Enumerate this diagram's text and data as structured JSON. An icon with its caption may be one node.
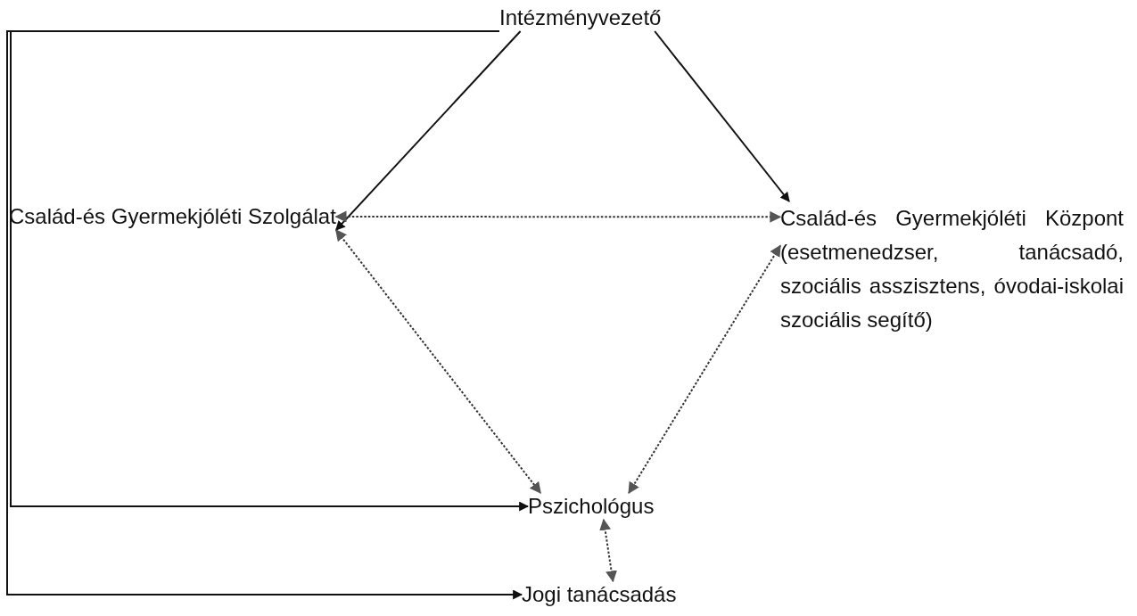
{
  "diagram": {
    "nodes": [
      {
        "text": [
          "Intézményvezető"
        ]
      },
      {
        "text": [
          "Család-és Gyermekjóléti Szolgálat"
        ]
      },
      {
        "text": [
          "Család-és Gyermekjóléti Központ (esetmenedzser, tanácsadó, szociális asszisztens, óvodai-iskolai szociális segítő)"
        ]
      },
      {
        "text": [
          "Pszichológus"
        ]
      },
      {
        "text": [
          "Jogi tanácsadás"
        ]
      }
    ],
    "edges": [
      {
        "from": 0,
        "to": 1,
        "arrow": "to"
      },
      {
        "from": 0,
        "to": 2,
        "arrow": "to"
      },
      {
        "from": 1,
        "to": 2,
        "arrow": "both",
        "style": "dashed"
      },
      {
        "from": 1,
        "to": 3,
        "arrow": "both",
        "style": "dashed"
      },
      {
        "from": 2,
        "to": 3,
        "arrow": "both",
        "style": "dashed"
      },
      {
        "from": 3,
        "to": 4,
        "arrow": "both",
        "style": "dashed"
      },
      {
        "from": 0,
        "to": 3,
        "arrow": "to"
      },
      {
        "from": 0,
        "to": 4,
        "arrow": "to"
      }
    ]
  }
}
